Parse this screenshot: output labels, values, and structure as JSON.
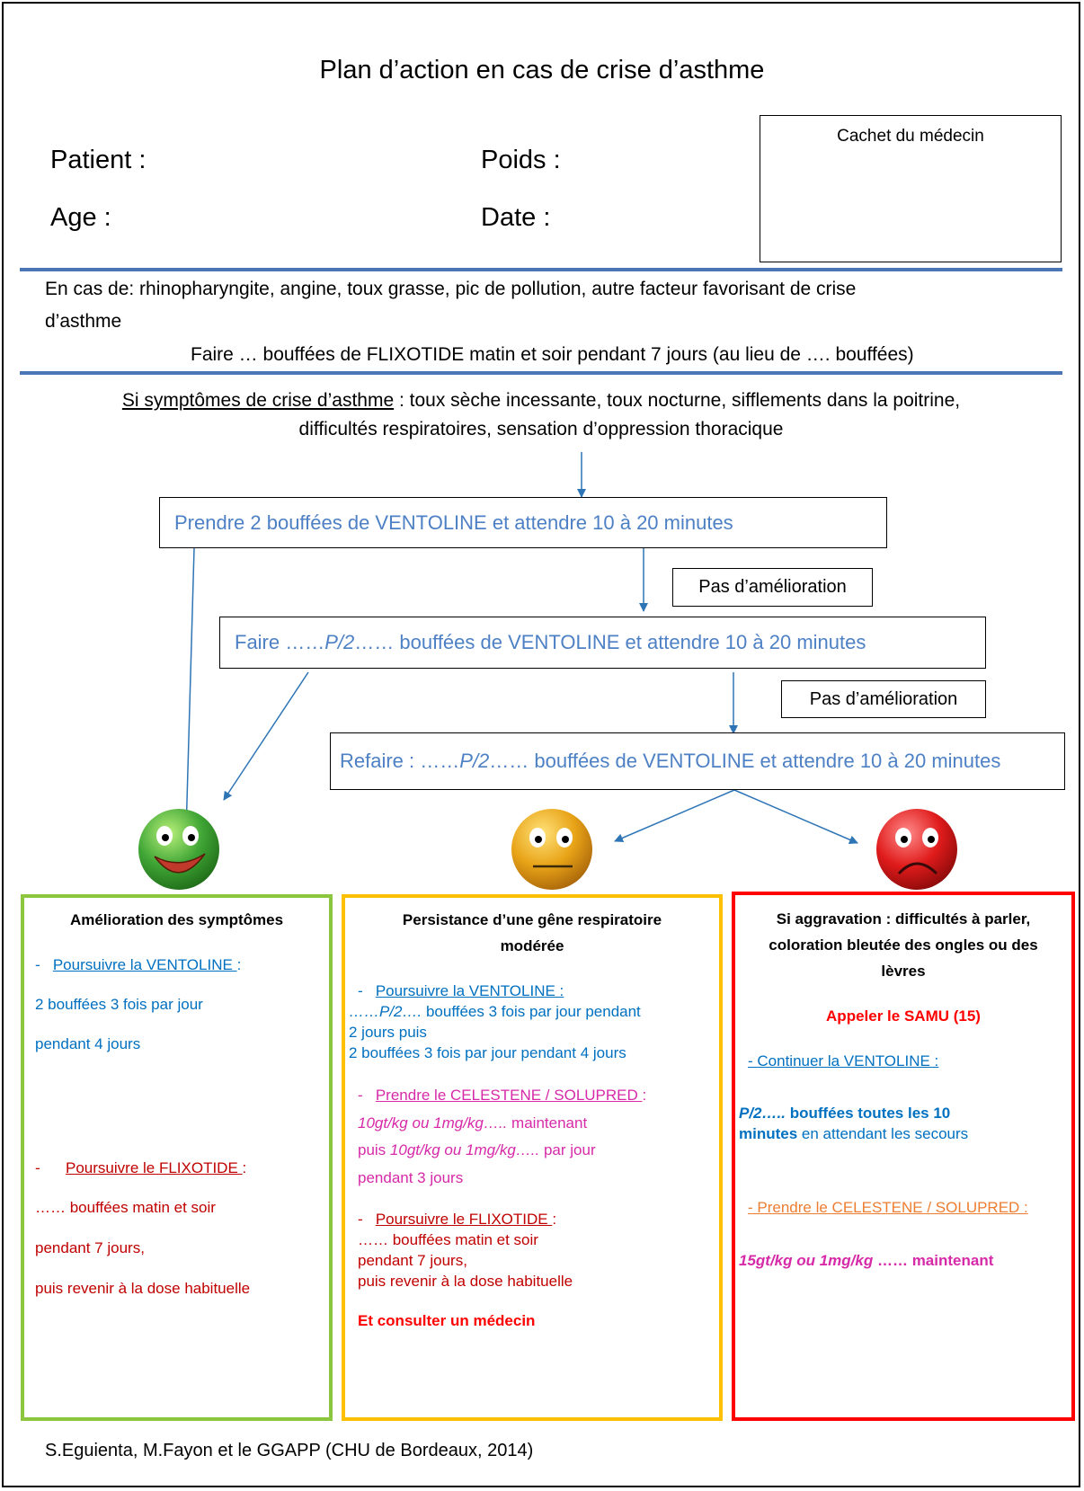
{
  "header": {
    "title": "Plan d’action en cas de crise d’asthme",
    "patient_label": "Patient :",
    "poids_label": "Poids :",
    "age_label": "Age :",
    "date_label": "Date :",
    "stamp_label": "Cachet du médecin"
  },
  "prevention": {
    "line1": "En cas de: rhinopharyngite, angine, toux grasse, pic de pollution, autre facteur favorisant de crise",
    "line2": "d’asthme",
    "line3": "Faire … bouffées de FLIXOTIDE matin et soir pendant 7 jours (au lieu de …. bouffées)"
  },
  "symptoms": {
    "label": "Si symptômes de crise d’asthme",
    "rest1": " : toux sèche incessante, toux nocturne, sifflements dans la poitrine,",
    "line2": "difficultés respiratoires, sensation d’oppression thoracique"
  },
  "steps": {
    "step1": "Prendre 2 bouffées de VENTOLINE et attendre 10 à 20 minutes",
    "step2_a": "Faire …… ",
    "step2_dose": "P/2",
    "step2_b": "…… bouffées de VENTOLINE et attendre 10 à 20 minutes",
    "step3_a": "Refaire : …… ",
    "step3_dose": "P/2",
    "step3_b": "…… bouffées de VENTOLINE et attendre 10 à 20 minutes",
    "no_improve_1": "Pas d’amélioration",
    "no_improve_2": "Pas d’amélioration"
  },
  "faces": {
    "green": "#3fa535",
    "orange": "#e8a317",
    "red": "#e01b1b"
  },
  "green_column": {
    "title": "Amélioration  des symptômes",
    "dash1": "-",
    "ventoline_link": "Poursuivre la VENTOLINE ",
    "ventoline_colon": ":",
    "v1": "2 bouffées 3 fois par jour",
    "v2": "pendant 4 jours",
    "dash2": "-",
    "flixotide_link": "Poursuivre le FLIXOTIDE ",
    "flixotide_colon": ":",
    "f1": "…… bouffées matin et soir",
    "f2": "pendant 7 jours,",
    "f3": "puis revenir à la dose habituelle"
  },
  "orange_column": {
    "title1": "Persistance d’une gêne respiratoire",
    "title2": "modérée",
    "dash1": "-",
    "ventoline_link": "Poursuivre la VENTOLINE :",
    "v1_a": "……P/2….",
    "v1_b": " bouffées 3 fois par jour pendant",
    "v2": "2 jours puis",
    "v3": "2 bouffées 3 fois par jour pendant 4 jours",
    "dash2": "-",
    "celestene_link": "Prendre le CELESTENE / SOLUPRED ",
    "celestene_colon": ":",
    "c1_a": "10gt/kg ou 1mg/kg…..",
    "c1_b": " maintenant",
    "c2_a": "puis ",
    "c2_b": "10gt/kg ou 1mg/kg…..",
    "c2_c": "   par jour",
    "c3": "pendant 3 jours",
    "dash3": "-",
    "flixotide_link": "Poursuivre le FLIXOTIDE ",
    "flixotide_colon": ":",
    "f1": "…… bouffées matin et soir",
    "f2": "pendant 7 jours,",
    "f3": "puis revenir à la dose habituelle",
    "consult": "Et consulter un médecin"
  },
  "red_column": {
    "title1": "Si aggravation : difficultés à parler,",
    "title2": "coloration bleutée des ongles ou des",
    "title3": "lèvres",
    "samu": "Appeler le SAMU (15)",
    "continue_link": "- Continuer la VENTOLINE :",
    "d1_a": "P/2…..",
    "d1_b": " bouffées toutes les 10",
    "d2_a": "minutes",
    "d2_b": "  en attendant les secours",
    "celestene_link": "- Prendre le CELESTENE / SOLUPRED :",
    "c1_a": "15gt/kg ou 1mg/kg",
    "c1_b": " …… maintenant"
  },
  "footer": {
    "credit": "S.Eguienta, M.Fayon et le GGAPP (CHU de Bordeaux, 2014)"
  }
}
